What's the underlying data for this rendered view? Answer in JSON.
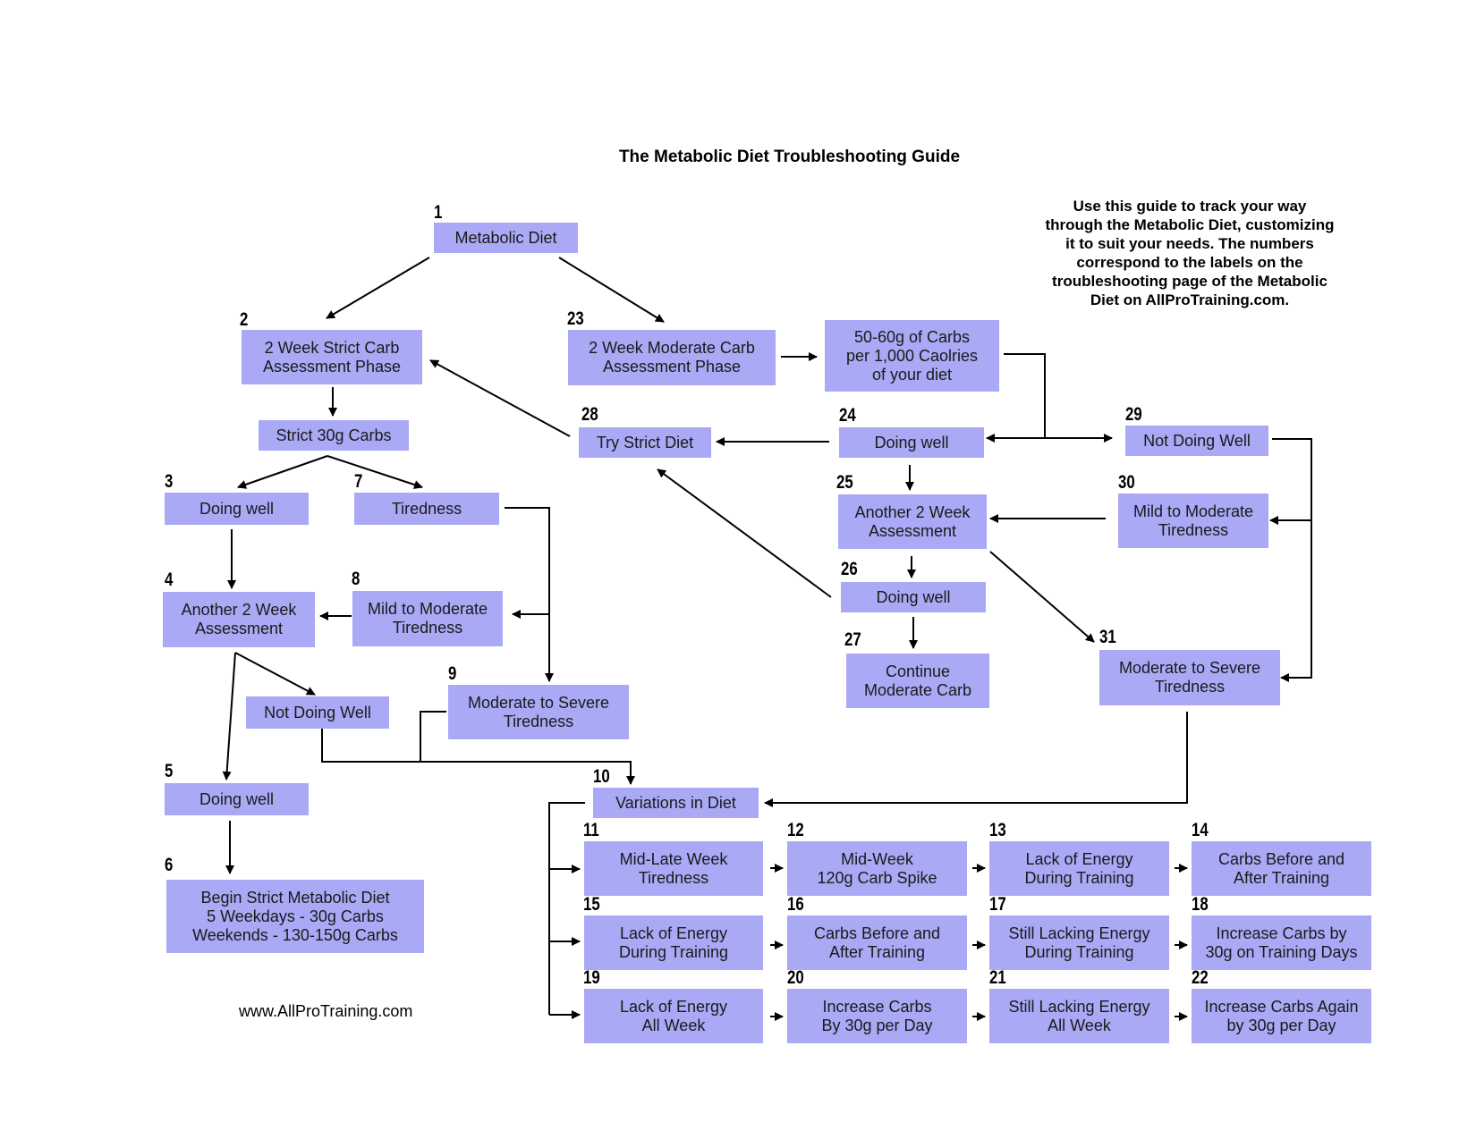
{
  "title": "The Metabolic Diet Troubleshooting Guide",
  "intro": "Use this guide to track your way\nthrough the Metabolic Diet, customizing\nit to suit your needs. The numbers\ncorrespond to the labels on the\ntroubleshooting page of the Metabolic\nDiet on AllProTraining.com.",
  "footer": "www.AllProTraining.com",
  "colors": {
    "box_fill": "#a9a9f5",
    "line": "#000000"
  },
  "nodes": {
    "n1": {
      "label": "Metabolic Diet",
      "num": "1"
    },
    "n2": {
      "label": "2 Week Strict Carb\nAssessment Phase",
      "num": "2"
    },
    "strict30": {
      "label": "Strict 30g Carbs"
    },
    "n3": {
      "label": "Doing well",
      "num": "3"
    },
    "n7": {
      "label": "Tiredness",
      "num": "7"
    },
    "n4": {
      "label": "Another 2 Week\nAssessment",
      "num": "4"
    },
    "n8": {
      "label": "Mild to Moderate\nTiredness",
      "num": "8"
    },
    "notwell_left": {
      "label": "Not Doing Well"
    },
    "n9": {
      "label": "Moderate to Severe\nTiredness",
      "num": "9"
    },
    "n5": {
      "label": "Doing well",
      "num": "5"
    },
    "n6": {
      "label": "Begin Strict Metabolic Diet\n5 Weekdays - 30g Carbs\nWeekends - 130-150g Carbs",
      "num": "6"
    },
    "n23": {
      "label": "2 Week Moderate Carb\nAssessment Phase",
      "num": "23"
    },
    "carbs5060": {
      "label": "50-60g of Carbs\nper 1,000 Caolries\nof your diet"
    },
    "n28": {
      "label": "Try Strict Diet",
      "num": "28"
    },
    "n24": {
      "label": "Doing well",
      "num": "24"
    },
    "n29": {
      "label": "Not Doing Well",
      "num": "29"
    },
    "n25": {
      "label": "Another 2 Week\nAssessment",
      "num": "25"
    },
    "n30": {
      "label": "Mild to Moderate\nTiredness",
      "num": "30"
    },
    "n26": {
      "label": "Doing well",
      "num": "26"
    },
    "n27": {
      "label": "Continue\nModerate Carb",
      "num": "27"
    },
    "n31": {
      "label": "Moderate to Severe\nTiredness",
      "num": "31"
    },
    "n10": {
      "label": "Variations in Diet",
      "num": "10"
    },
    "n11": {
      "label": "Mid-Late Week\nTiredness",
      "num": "11"
    },
    "n12": {
      "label": "Mid-Week\n120g Carb Spike",
      "num": "12"
    },
    "n13": {
      "label": "Lack of Energy\nDuring Training",
      "num": "13"
    },
    "n14": {
      "label": "Carbs Before and\nAfter Training",
      "num": "14"
    },
    "n15": {
      "label": "Lack of Energy\nDuring Training",
      "num": "15"
    },
    "n16": {
      "label": "Carbs Before and\nAfter Training",
      "num": "16"
    },
    "n17": {
      "label": "Still Lacking Energy\nDuring Training",
      "num": "17"
    },
    "n18": {
      "label": "Increase Carbs by\n30g on Training Days",
      "num": "18"
    },
    "n19": {
      "label": "Lack of Energy\nAll Week",
      "num": "19"
    },
    "n20": {
      "label": "Increase Carbs\nBy 30g per Day",
      "num": "20"
    },
    "n21": {
      "label": "Still Lacking Energy\nAll Week",
      "num": "21"
    },
    "n22": {
      "label": "Increase Carbs Again\nby 30g per Day",
      "num": "22"
    }
  }
}
